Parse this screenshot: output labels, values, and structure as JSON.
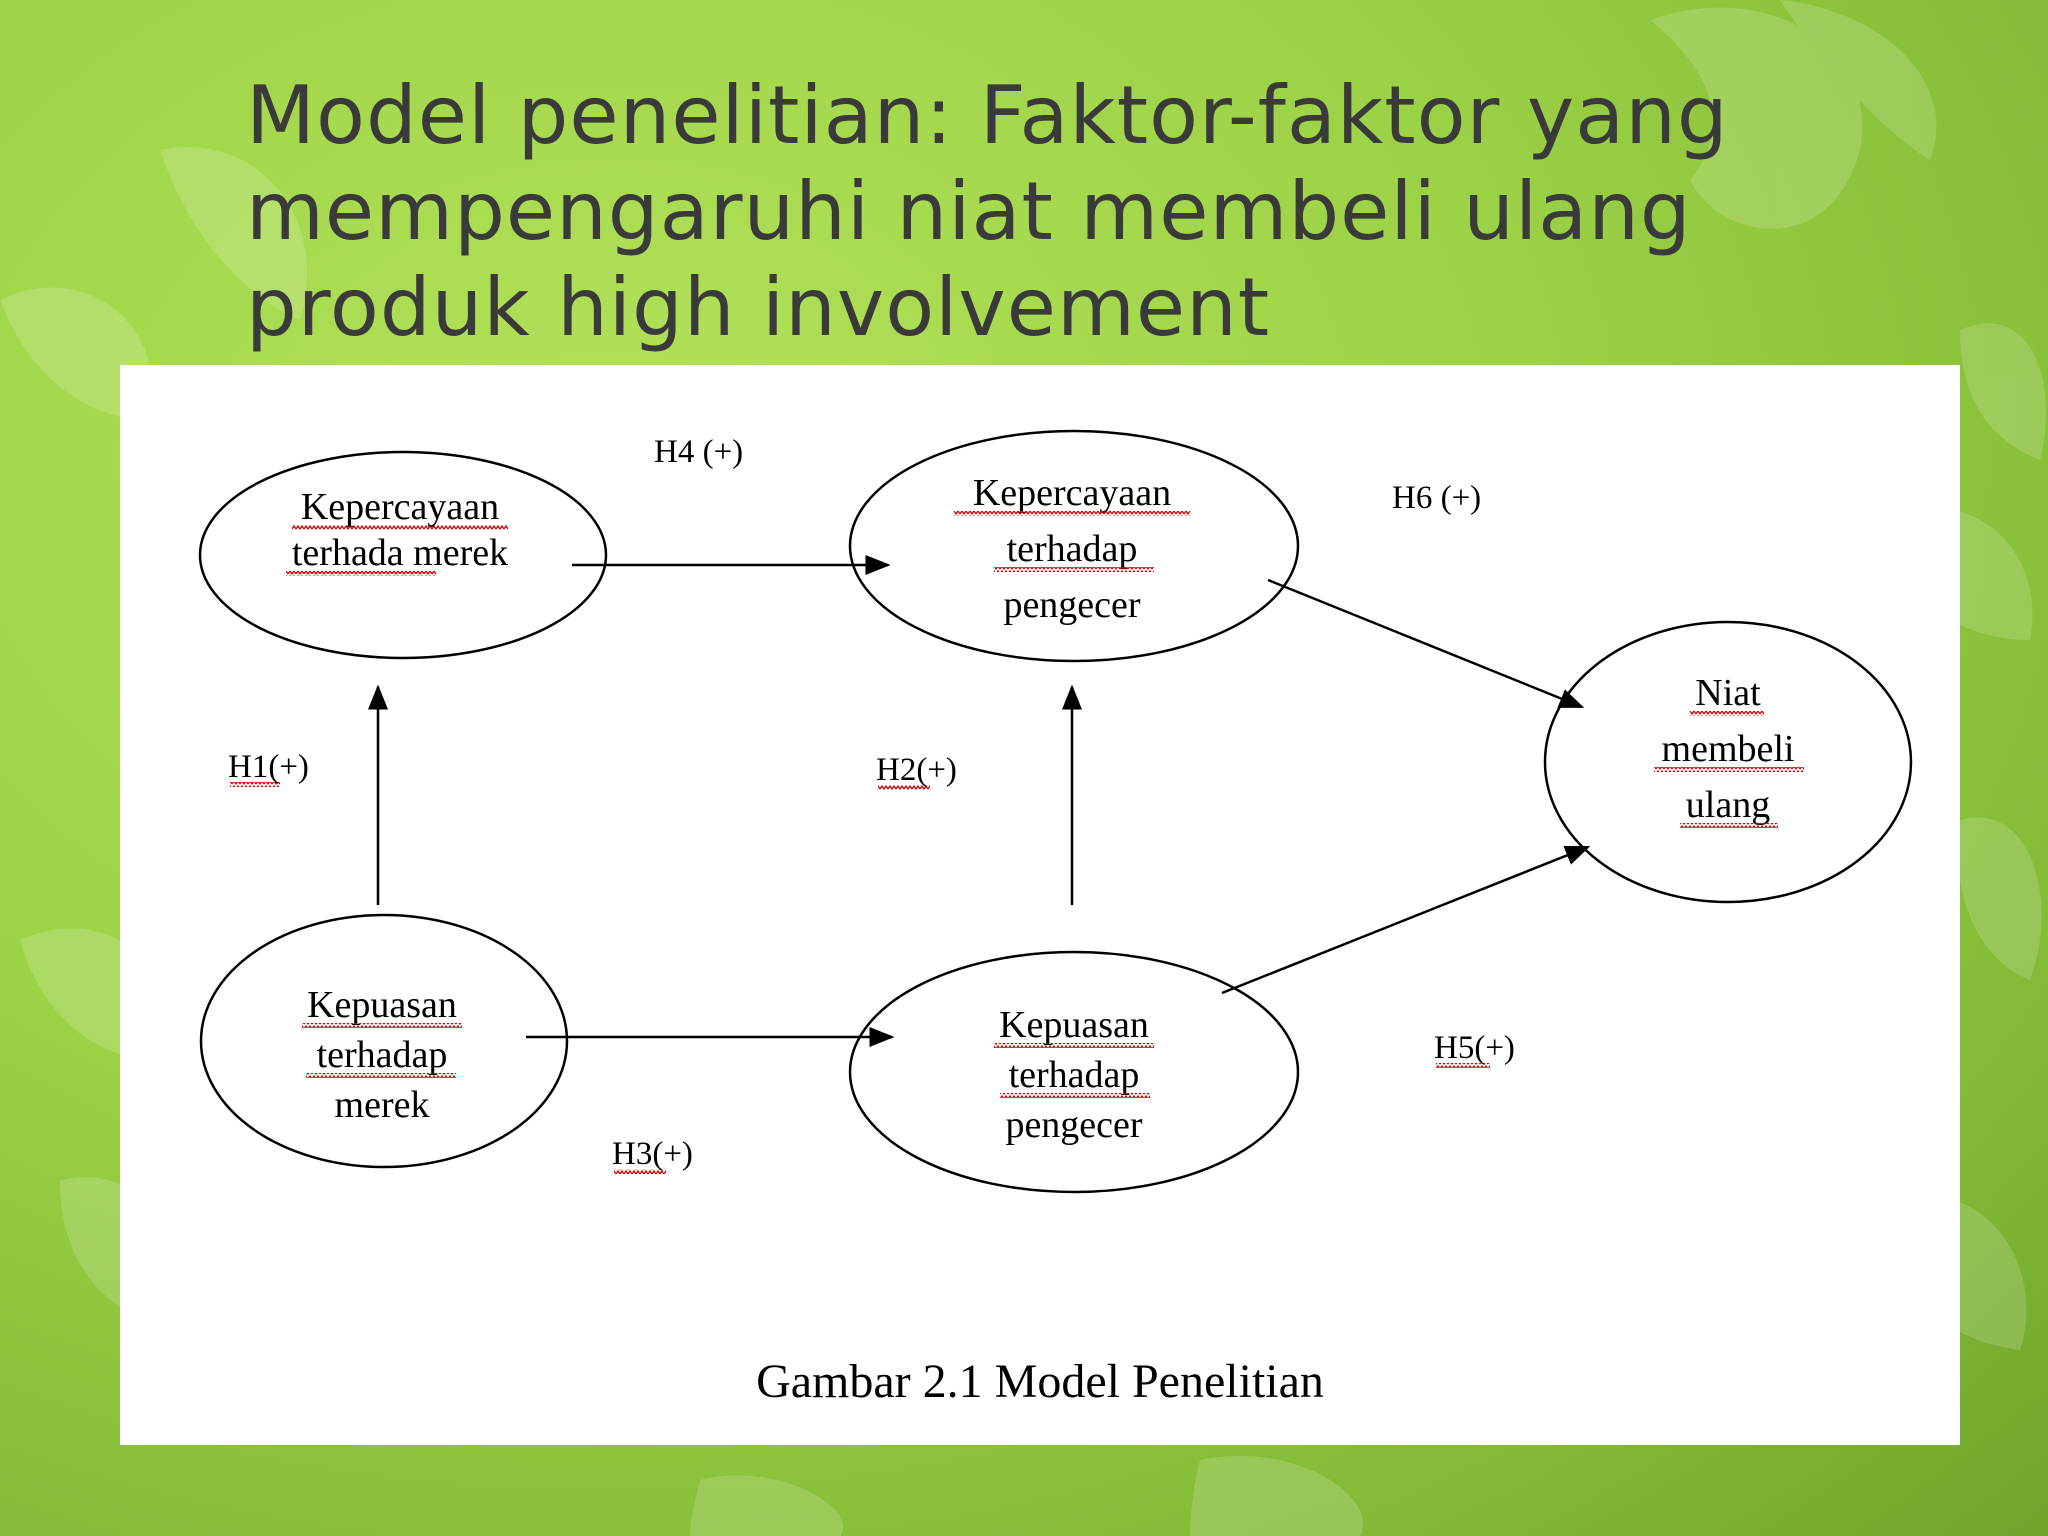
{
  "slide": {
    "title_lines": [
      "Model penelitian: Faktor-faktor yang",
      "mempengaruhi niat membeli ulang",
      "produk high involvement"
    ]
  },
  "diagram": {
    "caption": "Gambar 2.1 Model Penelitian",
    "nodes": {
      "kepercayaan_merek": [
        "Kepercayaan",
        "terhada merek"
      ],
      "kepercayaan_pengecer": [
        "Kepercayaan",
        "terhadap",
        "pengecer"
      ],
      "niat": [
        "Niat",
        "membeli",
        "ulang"
      ],
      "kepuasan_merek": [
        "Kepuasan",
        "terhadap",
        "merek"
      ],
      "kepuasan_pengecer": [
        "Kepuasan",
        "terhadap",
        "pengecer"
      ]
    },
    "hypotheses": {
      "h1": "H1(+)",
      "h2": "H2(+)",
      "h3": "H3(+)",
      "h4": "H4 (+)",
      "h5": "H5(+)",
      "h6": "H6 (+)"
    }
  },
  "colors": {
    "background_green": "#9cd246",
    "title_text": "#3a3a3a",
    "spellcheck_underline": "#d00000"
  }
}
